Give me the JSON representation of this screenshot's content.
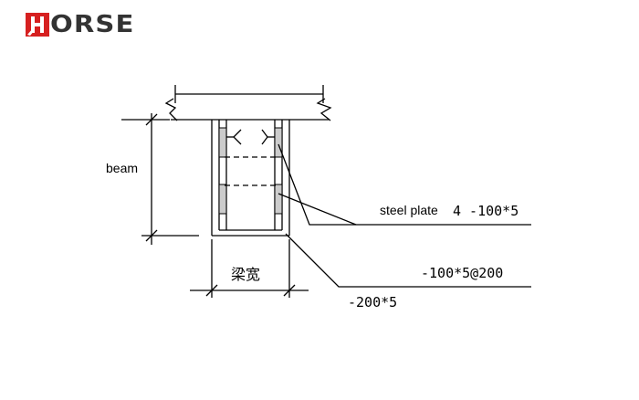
{
  "logo": {
    "text": "ORSE",
    "brand_color": "#d62020",
    "text_color": "#333333",
    "mark_icon": "horse-h-icon"
  },
  "labels": {
    "beam_height": "beam",
    "steel_plate_prefix": "steel plate",
    "steel_plate_spec": "4 -100*5",
    "stirrup_plate": "-100*5@200",
    "bottom_plate": "-200*5",
    "beam_width": "梁宽"
  }
}
